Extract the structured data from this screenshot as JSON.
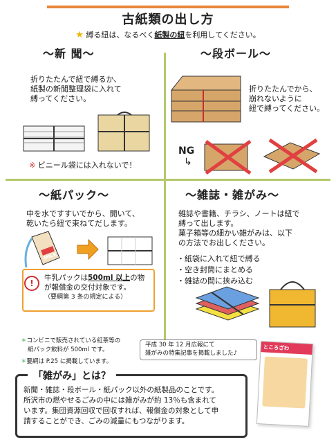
{
  "title": "古紙類の出し方",
  "subtitle": {
    "pre": "縛る紐は、なるべく",
    "strong": "紙製の紐",
    "post": "を利用してください。"
  },
  "newspaper": {
    "heading": "～新 聞～",
    "lines": [
      "折りたたんで紐で縛るか、",
      "紙製の新聞整理袋に入れて",
      "縛ってください。"
    ],
    "note": "ビニール袋には入れないで！",
    "note_mark": "※"
  },
  "cardboard": {
    "heading": "～段ボール～",
    "lines": [
      "折りたたんでから、",
      "崩れないように",
      "紐で縛ってください。"
    ],
    "ng_label": "NG"
  },
  "carton": {
    "heading": "～紙パック～",
    "lines": [
      "中を水ですすいでから、開いて、",
      "乾いたら紐で束ねてだします。"
    ],
    "carton_label": "MILK",
    "box_lines": {
      "pre": "牛乳パックは",
      "strong": "500ml 以上",
      "post": "の物",
      "line2": "が報償金の交付対象です。",
      "line3": "（要綱第 3 条の規定による）"
    },
    "note1_lines": [
      "コンビニで販売されている紅茶等の",
      "紙パック飲料が 500ml です。"
    ],
    "note2": "要綱は P.25 に掲載しています。",
    "note_mark": "＊"
  },
  "magazine": {
    "heading": "～雑誌・雑がみ～",
    "lines": [
      "雑誌や書籍、チラシ、ノートは紐で",
      "縛って出します。",
      "菓子箱等の細かい雑がみは、以下",
      "の方法でお出しください。"
    ],
    "bullets": [
      "・紙袋に入れて紐で縛る",
      "・空き封筒にまとめる",
      "・雑誌の間に挟み込む"
    ]
  },
  "bubble_lines": [
    "平成 30 年 12 月広報にて",
    "雑がみの特集記事を掲載しました♪"
  ],
  "magazine_cover_title": "ところざわ",
  "zatsugami": {
    "heading": "「雑がみ」とは？",
    "lines": [
      "新聞・雑誌・段ボール・紙パック以外の紙製品のことです。",
      "所沢市の燃やせるごみの中には雑がみが約 13％も含まれて",
      "います。集団資源回収で回収すれば、報償金の対象として申",
      "請することができ、ごみの減量にもつながります。"
    ]
  },
  "colors": {
    "accent": "#e8863a",
    "divider": "#b3c96a",
    "warning": "#d03030",
    "note": "#3fae52"
  }
}
